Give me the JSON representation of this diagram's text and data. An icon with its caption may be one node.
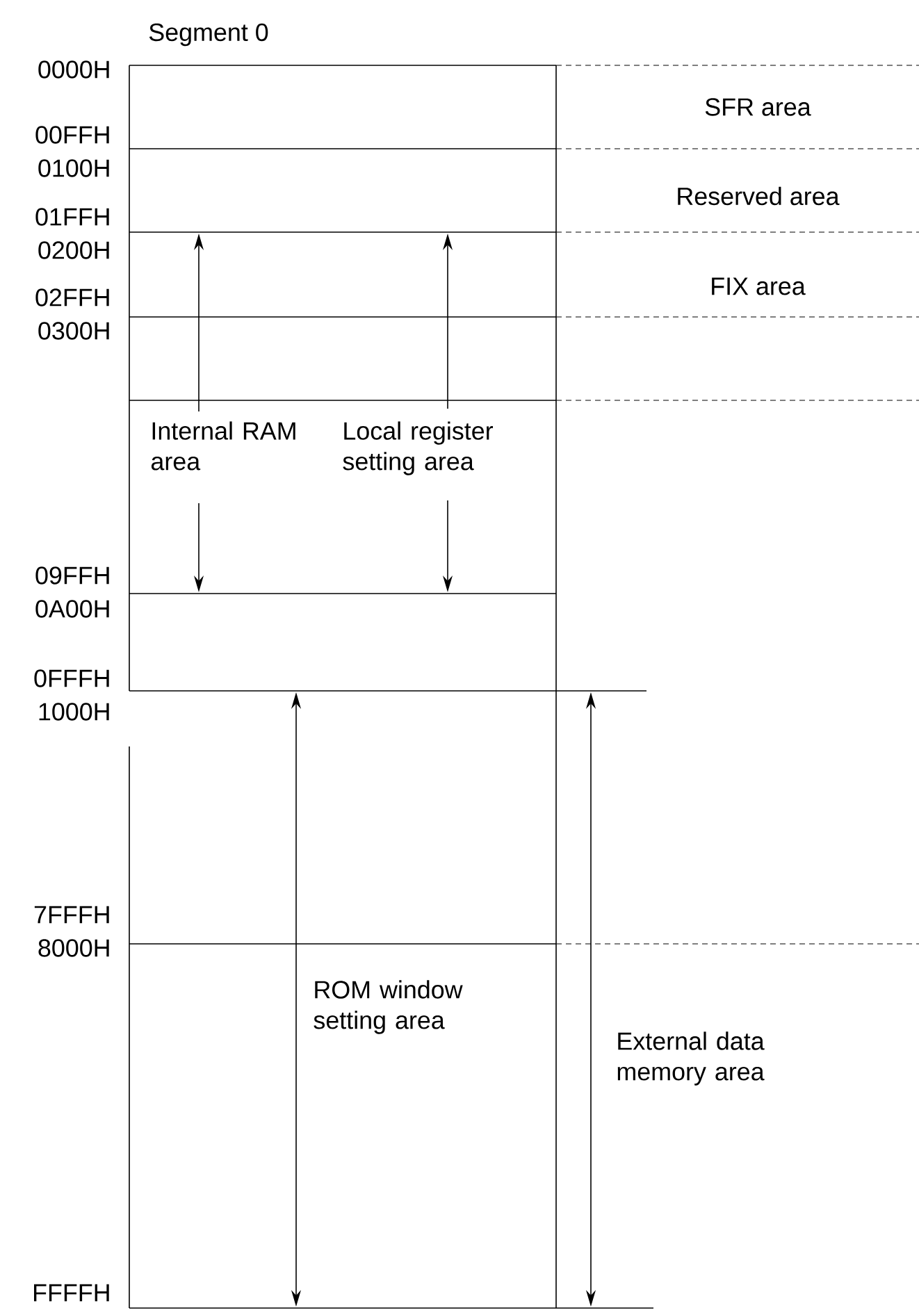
{
  "diagram": {
    "title": "Segment 0",
    "labels": [
      "0000H",
      "SFR area",
      "00FFH",
      "0100H",
      "Reserved area",
      "01FFH",
      "0200H",
      "FIX area",
      "02FFH",
      "0300H",
      "Internal RAM area",
      "Local register setting area",
      "09FFH",
      "0A00H",
      "0FFFH",
      "1000H",
      "7FFFH",
      "8000H",
      "ROM window setting area",
      "External data memory area",
      "FFFFH"
    ]
  }
}
